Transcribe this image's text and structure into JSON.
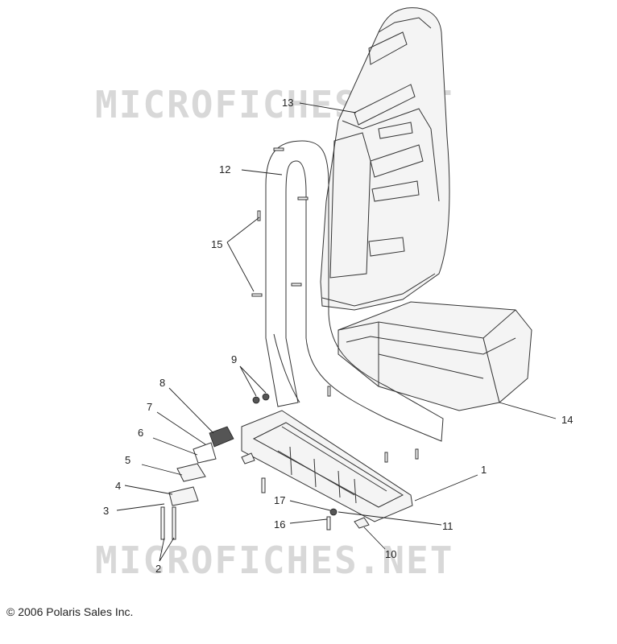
{
  "watermark": "MICROFICHES.NET",
  "copyright": "© 2006 Polaris Sales Inc.",
  "callouts": [
    "1",
    "2",
    "3",
    "4",
    "5",
    "6",
    "7",
    "8",
    "9",
    "10",
    "11",
    "12",
    "13",
    "14",
    "15",
    "16",
    "17"
  ]
}
